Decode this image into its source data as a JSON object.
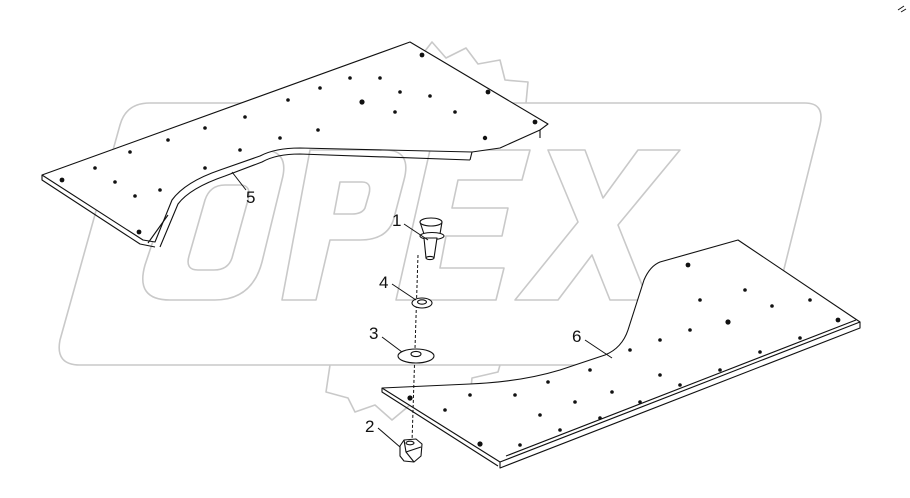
{
  "watermark": {
    "text": "OPEX"
  },
  "callouts": [
    {
      "id": "1",
      "label": "1"
    },
    {
      "id": "2",
      "label": "2"
    },
    {
      "id": "3",
      "label": "3"
    },
    {
      "id": "4",
      "label": "4"
    },
    {
      "id": "5",
      "label": "5"
    },
    {
      "id": "6",
      "label": "6"
    }
  ]
}
